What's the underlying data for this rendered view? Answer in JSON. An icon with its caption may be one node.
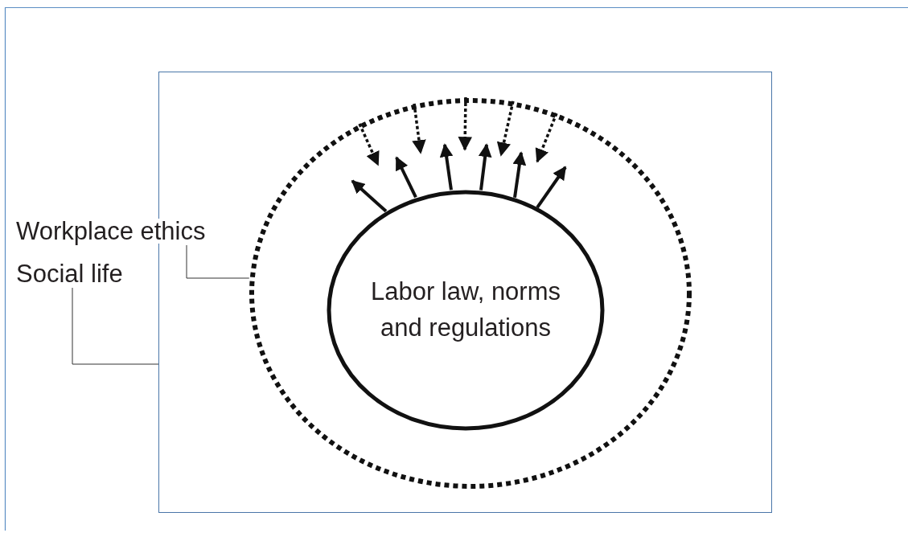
{
  "diagram": {
    "nodes": [
      {
        "text": [],
        "shape": "box"
      },
      {
        "text": [],
        "shape": "circle",
        "in": 0
      },
      {
        "text": [
          "Labor law, norms and regulations"
        ],
        "in": 1
      },
      {
        "text": [
          "Workplace ethics"
        ]
      },
      {
        "text": [
          "Social life"
        ]
      }
    ],
    "edges": [
      {
        "from": 3,
        "to": 1,
        "arrow": "none"
      },
      {
        "from": 4,
        "to": 0,
        "arrow": "none"
      },
      {
        "from": 2,
        "to": null,
        "arrow": "to"
      },
      {
        "from": 2,
        "to": null,
        "arrow": "to"
      },
      {
        "from": 2,
        "to": null,
        "arrow": "to"
      },
      {
        "from": 2,
        "to": null,
        "arrow": "to"
      },
      {
        "from": 2,
        "to": null,
        "arrow": "to"
      },
      {
        "from": 2,
        "to": null,
        "arrow": "to"
      },
      {
        "from": 1,
        "to": null,
        "arrow": "to",
        "style": "dashed"
      },
      {
        "from": 1,
        "to": null,
        "arrow": "to",
        "style": "dashed"
      },
      {
        "from": 1,
        "to": null,
        "arrow": "to",
        "style": "dashed"
      },
      {
        "from": 1,
        "to": null,
        "arrow": "to",
        "style": "dashed"
      },
      {
        "from": 1,
        "to": null,
        "arrow": "to",
        "style": "dashed"
      }
    ]
  }
}
